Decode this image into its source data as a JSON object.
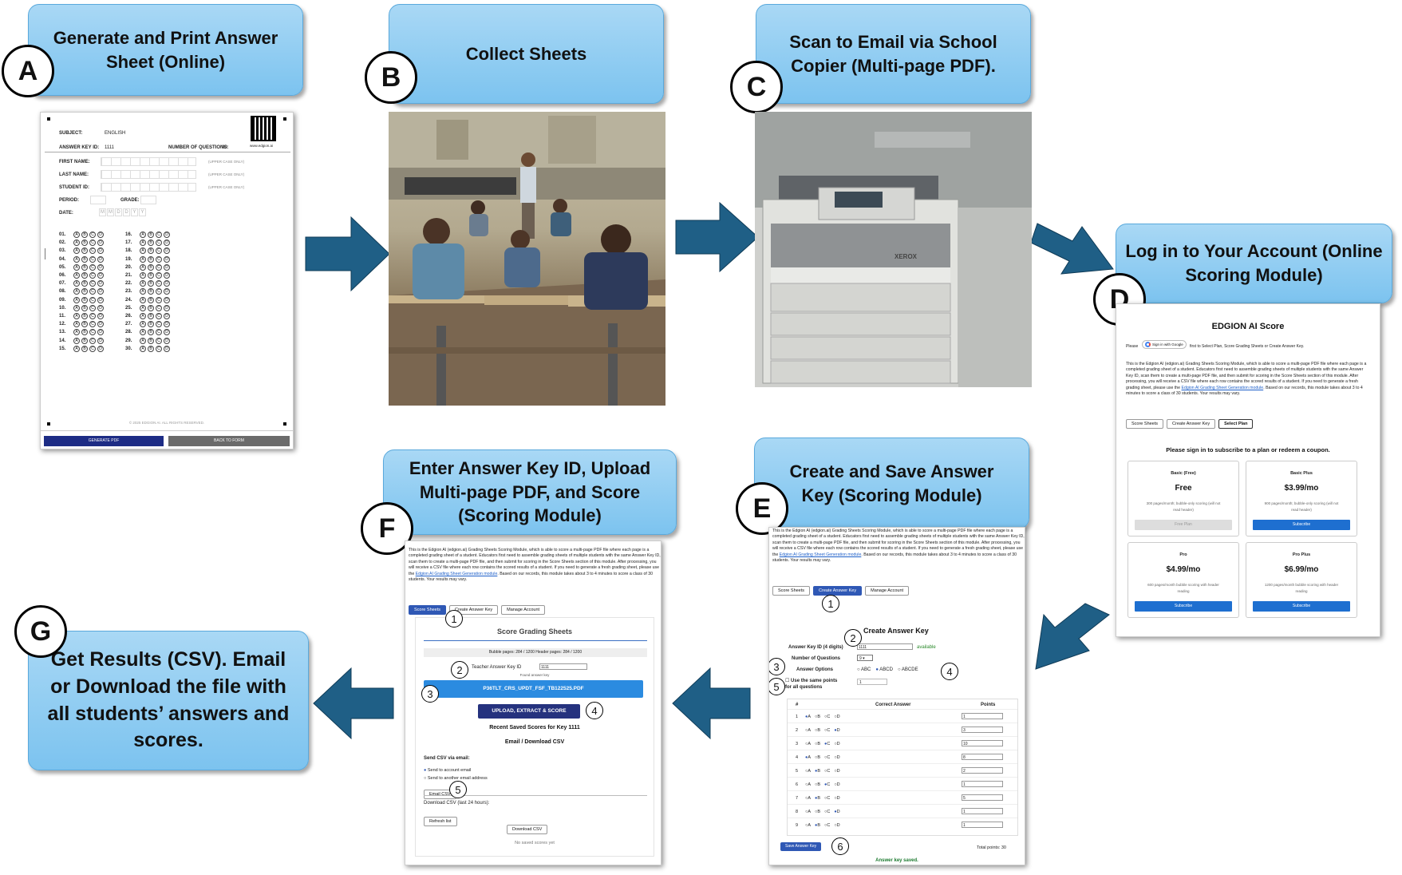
{
  "steps": {
    "a": {
      "letter": "A",
      "title": "Generate and Print Answer Sheet (Online)"
    },
    "b": {
      "letter": "B",
      "title": "Collect Sheets"
    },
    "c": {
      "letter": "C",
      "title": "Scan to Email via School Copier (Multi-page PDF)."
    },
    "d": {
      "letter": "D",
      "title": "Log in to Your Account (Online Scoring Module)"
    },
    "e": {
      "letter": "E",
      "title": "Create and Save Answer Key (Scoring Module)"
    },
    "f": {
      "letter": "F",
      "title": "Enter Answer Key ID, Upload Multi-page PDF, and Score (Scoring Module)"
    },
    "g": {
      "letter": "G",
      "title": "Get Results (CSV). Email or Download the file with all students’ answers and scores."
    }
  },
  "sheet": {
    "subject_label": "SUBJECT:",
    "subject": "ENGLISH",
    "key_label": "ANSWER KEY ID:",
    "key": "1111",
    "numq_label": "NUMBER OF QUESTIONS:",
    "numq": "30",
    "qr_caption": "www.edgion.ai",
    "first": "FIRST NAME:",
    "last": "LAST NAME:",
    "sid": "STUDENT ID:",
    "upper": "(UPPER CASE ONLY)",
    "period": "PERIOD:",
    "grade": "GRADE:",
    "date": "DATE:",
    "date_boxes": [
      "M",
      "M",
      "D",
      "D",
      "Y",
      "Y"
    ],
    "q_left": [
      "01.",
      "02.",
      "03.",
      "04.",
      "05.",
      "06.",
      "07.",
      "08.",
      "09.",
      "10.",
      "11.",
      "12.",
      "13.",
      "14.",
      "15."
    ],
    "q_right": [
      "16.",
      "17.",
      "18.",
      "19.",
      "20.",
      "21.",
      "22.",
      "23.",
      "24.",
      "25.",
      "26.",
      "27.",
      "28.",
      "29.",
      "30."
    ],
    "options": [
      "A",
      "B",
      "C",
      "D"
    ],
    "copyright": "© 2025 EDGION AI. ALL RIGHTS RESERVED.",
    "gen_btn": "GENERATE PDF",
    "back_btn": "BACK TO FORM"
  },
  "copier_brand": "XEROX",
  "login": {
    "title": "EDGION AI Score",
    "please": "Please",
    "google_btn": "Sign in with Google",
    "after": "first to Select Plan, Score Grading Sheets or Create Answer Key.",
    "desc": "This is the Edgion AI (edgion.ai) Grading Sheets Scoring Module, which is able to score a multi-page PDF file where each page is a completed grading sheet of a student. Educators first need to assemble grading sheets of multiple students with the same Answer Key ID, scan them to create a multi-page PDF file, and then submit for scoring in the Score Sheets section of this module. After processing, you will receive a CSV file where each row contains the scored results of a student. If you need to generate a fresh grading sheet, please use the",
    "link": "Edgion AI Grading Sheet Generation module",
    "desc2": ". Based on our records, this module takes about 3 to 4 minutes to score a class of 30 students. Your results may vary.",
    "tabs": [
      "Score Sheets",
      "Create Answer Key",
      "Select Plan"
    ],
    "subscribe_msg": "Please sign in to subscribe to a plan or redeem a coupon.",
    "plans": [
      {
        "name": "Basic (Free)",
        "price": "Free",
        "desc": "300 pages/month; bubble-only scoring (will not read header)",
        "btn": "Free Plan"
      },
      {
        "name": "Basic Plus",
        "price": "$3.99/mo",
        "desc": "900 pages/month; bubble-only scoring (will not read header)",
        "btn": "Subscribe"
      },
      {
        "name": "Pro",
        "price": "$4.99/mo",
        "desc": "600 pages/month bubble scoring with header reading",
        "btn": "Subscribe"
      },
      {
        "name": "Pro Plus",
        "price": "$6.99/mo",
        "desc": "1200 pages/month bubble scoring with header reading",
        "btn": "Subscribe"
      }
    ]
  },
  "key_screen": {
    "tabs": [
      "Score Sheets",
      "Create Answer Key",
      "Manage Account"
    ],
    "heading": "Create Answer Key",
    "id_label": "Answer Key ID (4 digits)",
    "id_value": "1111",
    "available": "available",
    "numq_label": "Number of Questions",
    "numq_value": "9",
    "opts_label": "Answer Options",
    "opts": [
      "ABC",
      "ABCD",
      "ABCDE"
    ],
    "same_label": "Use the same points for all questions",
    "same_value": "1",
    "col_num": "#",
    "col_ans": "Correct Answer",
    "col_pts": "Points",
    "rows": [
      {
        "n": "1",
        "ans": "A",
        "pts": "1"
      },
      {
        "n": "2",
        "ans": "D",
        "pts": "3"
      },
      {
        "n": "3",
        "ans": "C",
        "pts": "10"
      },
      {
        "n": "4",
        "ans": "A",
        "pts": "8"
      },
      {
        "n": "5",
        "ans": "B",
        "pts": "2"
      },
      {
        "n": "6",
        "ans": "C",
        "pts": "1"
      },
      {
        "n": "7",
        "ans": "B",
        "pts": "5"
      },
      {
        "n": "8",
        "ans": "D",
        "pts": "1"
      },
      {
        "n": "9",
        "ans": "B",
        "pts": "1"
      }
    ],
    "save_btn": "Save Answer Key",
    "total": "Total points: 30",
    "saved": "Answer key saved.",
    "markers": [
      "1",
      "2",
      "3",
      "4",
      "5",
      "6"
    ]
  },
  "score_screen": {
    "tabs": [
      "Score Sheets",
      "Create Answer Key",
      "Manage Account"
    ],
    "heading": "Score Grading Sheets",
    "pages": "Bubble pages: 284 / 1200    Header pages: 284 / 1200",
    "key_label": "Teacher Answer Key ID",
    "key_value": "1111",
    "found": "Found answer key",
    "file": "P36TLT_CRS_UPDT_FSF_TB122525.PDF",
    "upload_btn": "UPLOAD, EXTRACT & SCORE",
    "recent": "Recent Saved Scores for Key 1111",
    "email_dl": "Email / Download CSV",
    "send_label": "Send CSV via email:",
    "opt1": "Send to account email",
    "opt2": "Send to another email address",
    "email_btn": "Email CSV",
    "dl_label": "Download CSV (last 24 hours):",
    "refresh_btn": "Refresh list",
    "dl_btn": "Download CSV",
    "none": "No saved scores yet",
    "markers": [
      "1",
      "2",
      "3",
      "4",
      "5"
    ]
  },
  "colors": {
    "callout": "#8ecbf2",
    "arrow": "#1f5f86",
    "accent": "#2f58b5"
  }
}
